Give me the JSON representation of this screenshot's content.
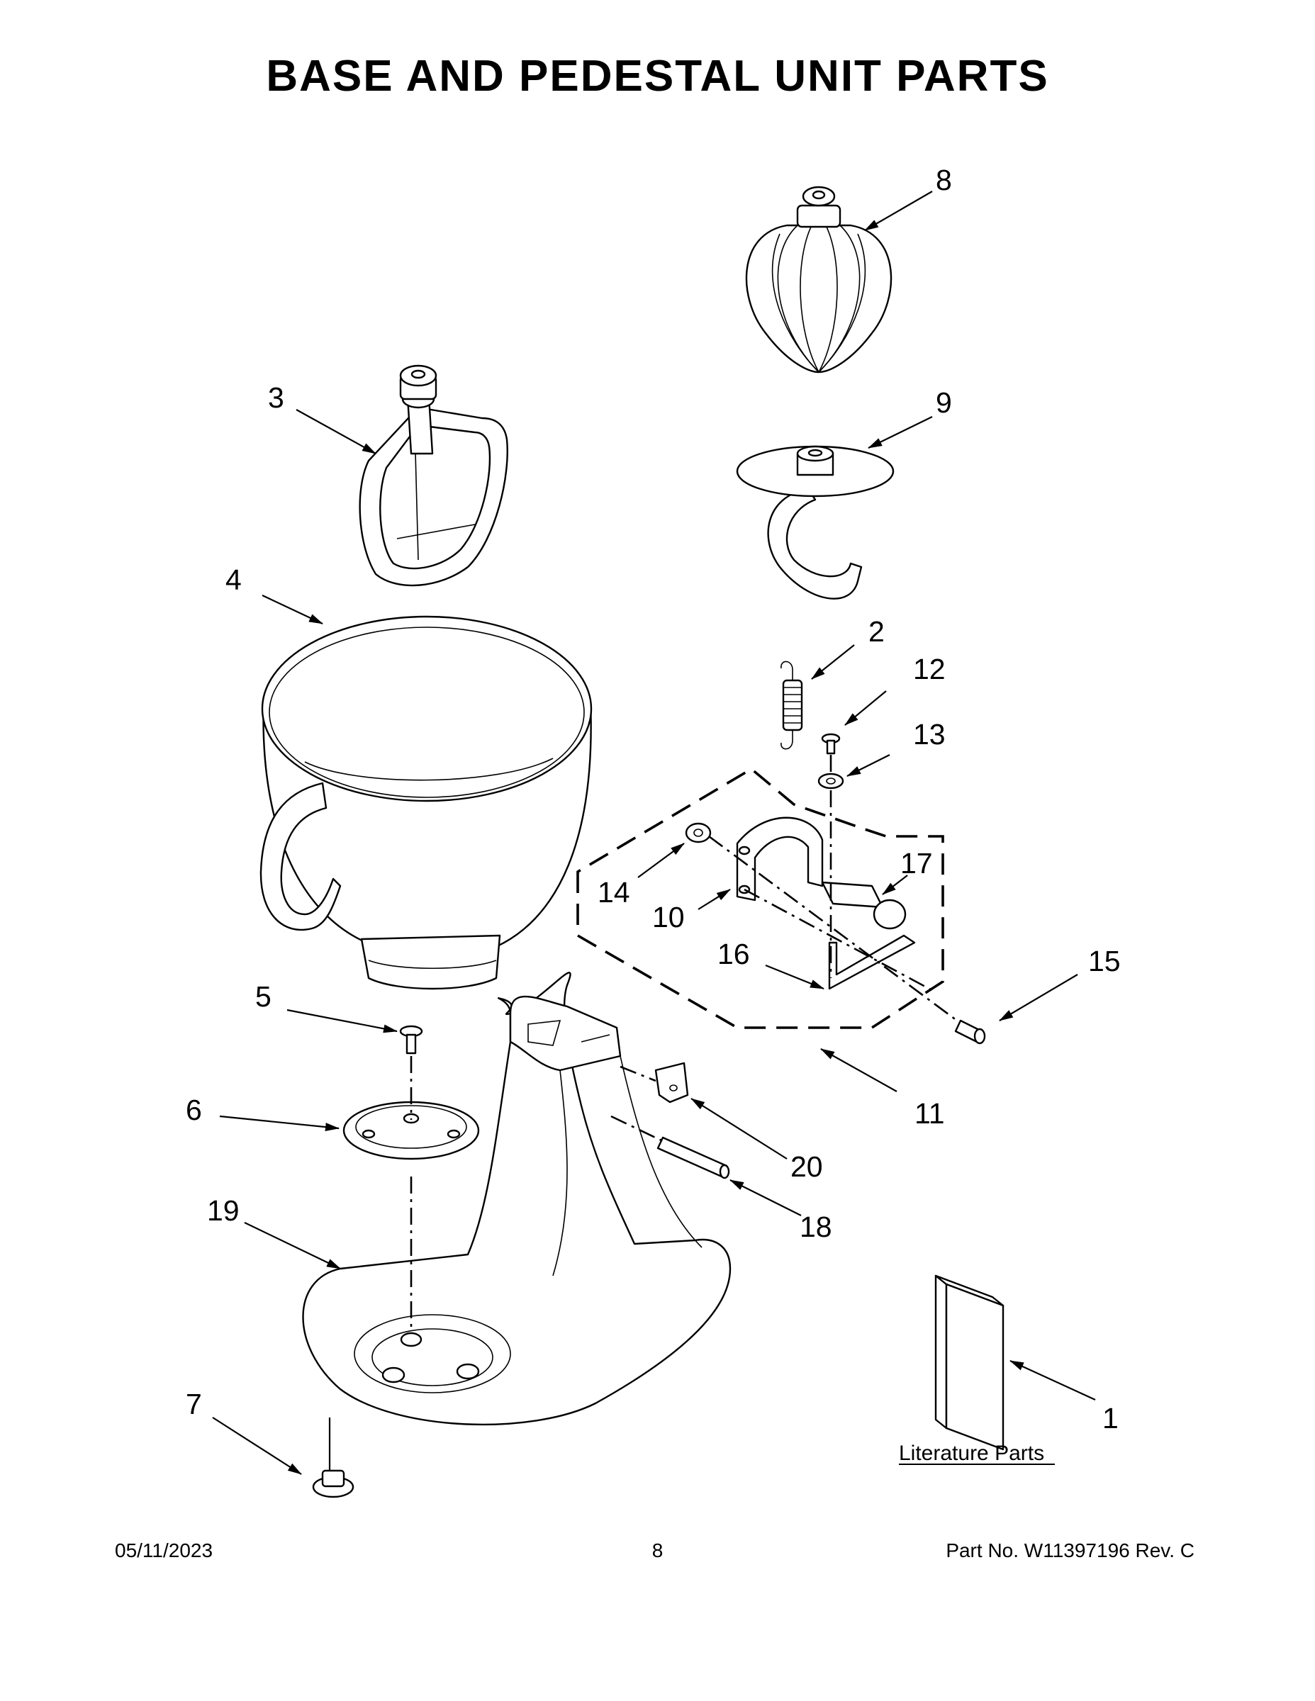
{
  "title": "BASE AND PEDESTAL UNIT PARTS",
  "callouts": [
    "1",
    "2",
    "3",
    "4",
    "5",
    "6",
    "7",
    "8",
    "9",
    "10",
    "11",
    "12",
    "13",
    "14",
    "15",
    "16",
    "17",
    "18",
    "19",
    "20"
  ],
  "literature_label": "Literature Parts",
  "footer": {
    "date": "05/11/2023",
    "page": "8",
    "part_no": "Part No.  W11397196  Rev.  C"
  }
}
